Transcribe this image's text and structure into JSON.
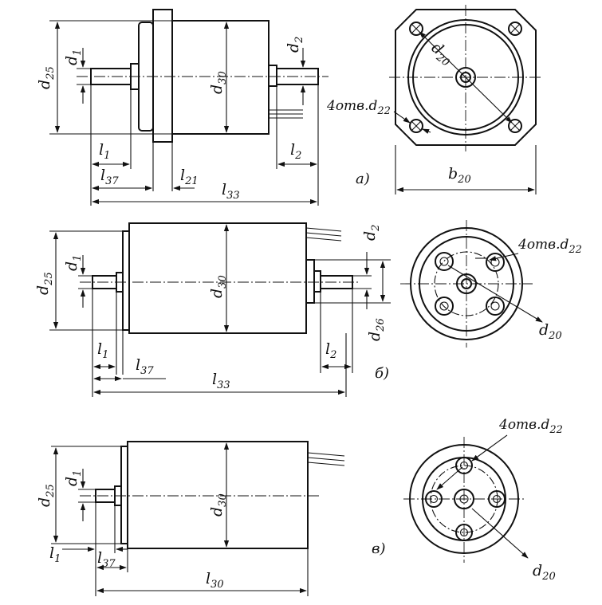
{
  "view_a": {
    "caption": "a)",
    "labels": {
      "d25": "d25",
      "d1": "d1",
      "d30": "d30",
      "d2": "d2",
      "l1": "l1",
      "l2": "l2",
      "l37": "l37",
      "l21": "l21",
      "l33": "l33",
      "d20": "d20",
      "holes": "4отв.d22",
      "b20": "b20"
    }
  },
  "view_b": {
    "caption": "б)",
    "labels": {
      "d25": "d25",
      "d1": "d1",
      "d30": "d30",
      "d2": "d2",
      "d26": "d26",
      "l1": "l1",
      "l2": "l2",
      "l37": "l37",
      "l33": "l33",
      "holes": "4отв.d22",
      "d20": "d20"
    }
  },
  "view_c": {
    "caption": "в)",
    "labels": {
      "d25": "d25",
      "d1": "d1",
      "d30": "d30",
      "l1": "l1",
      "l37": "l37",
      "l30": "l30",
      "holes": "4отв.d22",
      "d20": "d20"
    }
  }
}
